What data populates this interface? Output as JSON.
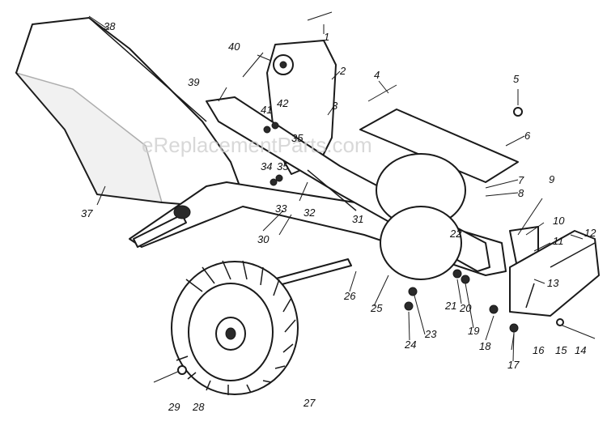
{
  "watermark": "eReplacementParts.com",
  "callouts": [
    {
      "n": "1"
    },
    {
      "n": "2"
    },
    {
      "n": "3"
    },
    {
      "n": "4"
    },
    {
      "n": "5"
    },
    {
      "n": "6"
    },
    {
      "n": "7"
    },
    {
      "n": "8"
    },
    {
      "n": "9"
    },
    {
      "n": "10"
    },
    {
      "n": "11"
    },
    {
      "n": "12"
    },
    {
      "n": "13"
    },
    {
      "n": "14"
    },
    {
      "n": "15"
    },
    {
      "n": "16"
    },
    {
      "n": "17"
    },
    {
      "n": "18"
    },
    {
      "n": "19"
    },
    {
      "n": "20"
    },
    {
      "n": "21"
    },
    {
      "n": "22"
    },
    {
      "n": "23"
    },
    {
      "n": "24"
    },
    {
      "n": "25"
    },
    {
      "n": "26"
    },
    {
      "n": "27"
    },
    {
      "n": "28"
    },
    {
      "n": "29"
    },
    {
      "n": "30"
    },
    {
      "n": "31"
    },
    {
      "n": "32"
    },
    {
      "n": "33"
    },
    {
      "n": "34"
    },
    {
      "n": "35"
    },
    {
      "n": "35"
    },
    {
      "n": "37"
    },
    {
      "n": "38"
    },
    {
      "n": "39"
    },
    {
      "n": "40"
    },
    {
      "n": "41"
    },
    {
      "n": "42"
    }
  ]
}
